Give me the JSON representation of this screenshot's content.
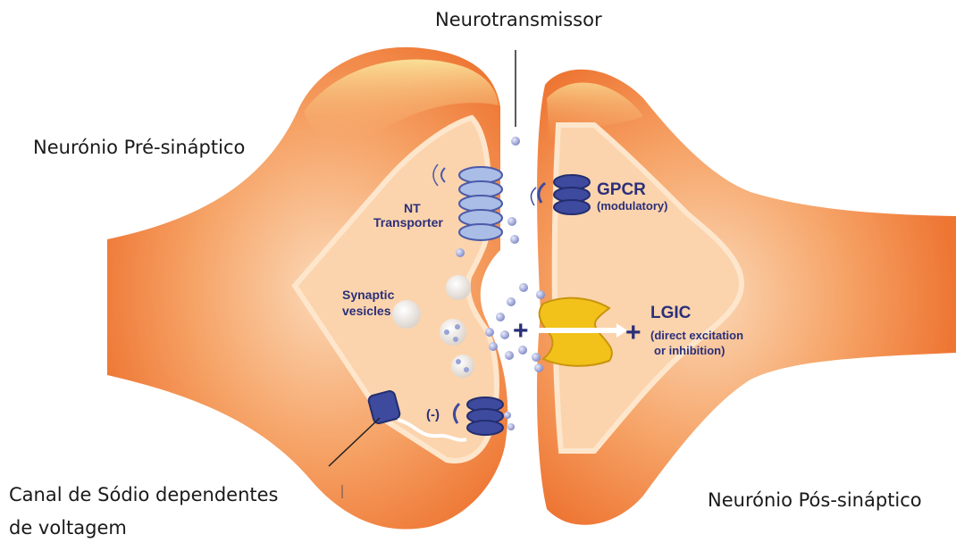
{
  "captions": {
    "neurotransmitter": "Neurotransmissor",
    "presynaptic": "Neurónio Pré-sináptico",
    "postsynaptic": "Neurónio Pós-sináptico",
    "sodium_channel_line1": "Canal de Sódio dependentes",
    "sodium_channel_line2": "de voltagem"
  },
  "labels": {
    "nt_line1": "NT",
    "nt_line2": "Transporter",
    "synaptic_line1": "Synaptic",
    "synaptic_line2": "vesicles",
    "gpcr": "GPCR",
    "gpcr_sub": "(modulatory)",
    "lgic": "LGIC",
    "lgic_sub1": "(direct excitation",
    "lgic_sub2": "or inhibition)",
    "minus": "(-)",
    "plus_left": "+",
    "plus_right": "+"
  },
  "colors": {
    "neuron_outer": "#f07a3a",
    "neuron_mid": "#f6a76a",
    "neuron_inner": "#fbd6b0",
    "highlight": "#fbe89a",
    "receptor_dark": "#3d4a9e",
    "receptor_light": "#a9bde6",
    "lgic_yellow": "#f2c21b",
    "text_navy": "#2b2f7a"
  }
}
